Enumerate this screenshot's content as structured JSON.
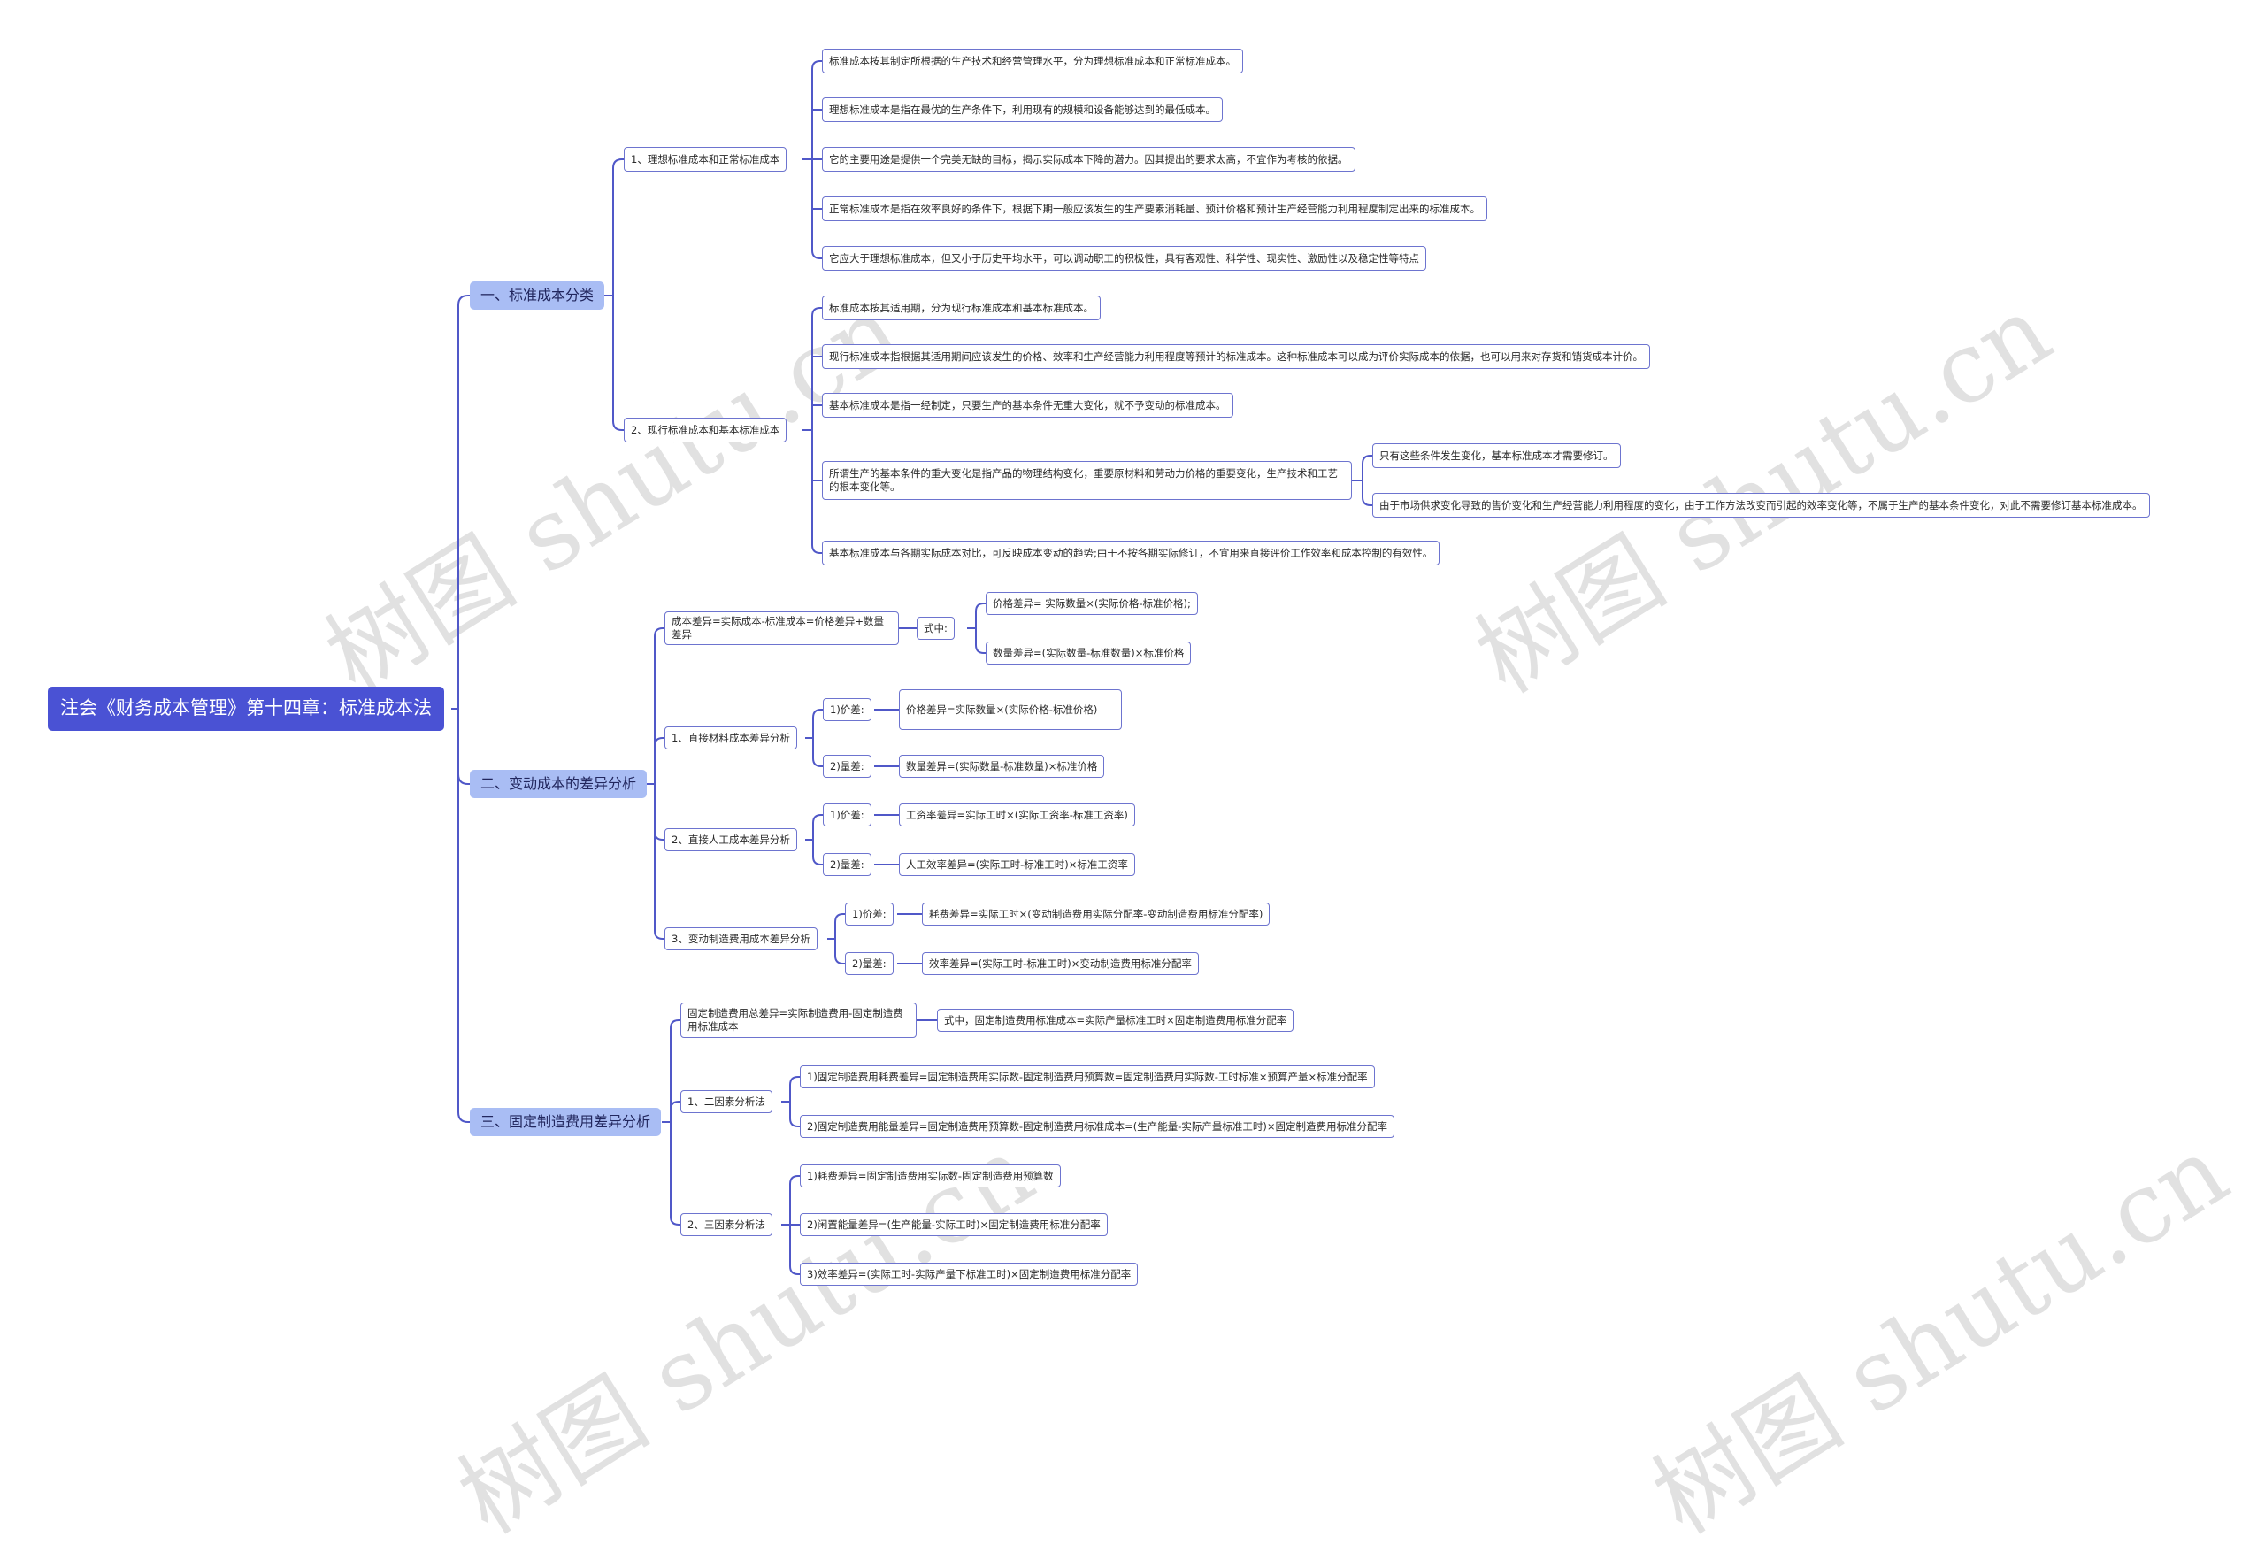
{
  "watermark": "树图 shutu.cn",
  "root": "注会《财务成本管理》第十四章：标准成本法",
  "s1": {
    "label": "一、标准成本分类",
    "a": {
      "label": "1、理想标准成本和正常标准成本",
      "items": [
        "标准成本按其制定所根据的生产技术和经营管理水平，分为理想标准成本和正常标准成本。",
        "理想标准成本是指在最优的生产条件下，利用现有的规模和设备能够达到的最低成本。",
        "它的主要用途是提供一个完美无缺的目标，揭示实际成本下降的潜力。因其提出的要求太高，不宜作为考核的依据。",
        "正常标准成本是指在效率良好的条件下，根据下期一般应该发生的生产要素消耗量、预计价格和预计生产经营能力利用程度制定出来的标准成本。",
        "它应大于理想标准成本，但又小于历史平均水平，可以调动职工的积极性，具有客观性、科学性、现实性、激励性以及稳定性等特点"
      ]
    },
    "b": {
      "label": "2、现行标准成本和基本标准成本",
      "items": [
        "标准成本按其适用期，分为现行标准成本和基本标准成本。",
        "现行标准成本指根据其适用期间应该发生的价格、效率和生产经营能力利用程度等预计的标准成本。这种标准成本可以成为评价实际成本的依据，也可以用来对存货和销货成本计价。",
        "基本标准成本是指一经制定，只要生产的基本条件无重大变化，就不予变动的标准成本。",
        "所谓生产的基本条件的重大变化是指产品的物理结构变化，重要原材料和劳动力价格的重要变化，生产技术和工艺的根本变化等。",
        "基本标准成本与各期实际成本对比，可反映成本变动的趋势;由于不按各期实际修订，不宜用来直接评价工作效率和成本控制的有效性。"
      ],
      "sub": [
        "只有这些条件发生变化，基本标准成本才需要修订。",
        "由于市场供求变化导致的售价变化和生产经营能力利用程度的变化，由于工作方法改变而引起的效率变化等，不属于生产的基本条件变化，对此不需要修订基本标准成本。"
      ]
    }
  },
  "s2": {
    "label": "二、变动成本的差异分析",
    "formula": "成本差异=实际成本-标准成本=价格差异+数量差异",
    "shizhong": "式中:",
    "f1": "价格差异= 实际数量×(实际价格-标准价格);",
    "f2": "数量差异=(实际数量-标准数量)×标准价格",
    "m": {
      "label": "1、直接材料成本差异分析",
      "p": "1)价差:",
      "pv": "价格差异=实际数量×(实际价格-标准价格)",
      "q": "2)量差:",
      "qv": "数量差异=(实际数量-标准数量)×标准价格"
    },
    "l": {
      "label": "2、直接人工成本差异分析",
      "p": "1)价差:",
      "pv": "工资率差异=实际工时×(实际工资率-标准工资率)",
      "q": "2)量差:",
      "qv": "人工效率差异=(实际工时-标准工时)×标准工资率"
    },
    "v": {
      "label": "3、变动制造费用成本差异分析",
      "p": "1)价差:",
      "pv": "耗费差异=实际工时×(变动制造费用实际分配率-变动制造费用标准分配率)",
      "q": "2)量差:",
      "qv": "效率差异=(实际工时-标准工时)×变动制造费用标准分配率"
    }
  },
  "s3": {
    "label": "三、固定制造费用差异分析",
    "total": "固定制造费用总差异=实际制造费用-固定制造费用标准成本",
    "total_note": "式中，固定制造费用标准成本=实际产量标准工时×固定制造费用标准分配率",
    "two": {
      "label": "1、二因素分析法",
      "items": [
        "1)固定制造费用耗费差异=固定制造费用实际数-固定制造费用预算数=固定制造费用实际数-工时标准×预算产量×标准分配率",
        "2)固定制造费用能量差异=固定制造费用预算数-固定制造费用标准成本=(生产能量-实际产量标准工时)×固定制造费用标准分配率"
      ]
    },
    "three": {
      "label": "2、三因素分析法",
      "items": [
        "1)耗费差异=固定制造费用实际数-固定制造费用预算数",
        "2)闲置能量差异=(生产能量-实际工时)×固定制造费用标准分配率",
        "3)效率差异=(实际工时-实际产量下标准工时)×固定制造费用标准分配率"
      ]
    }
  }
}
